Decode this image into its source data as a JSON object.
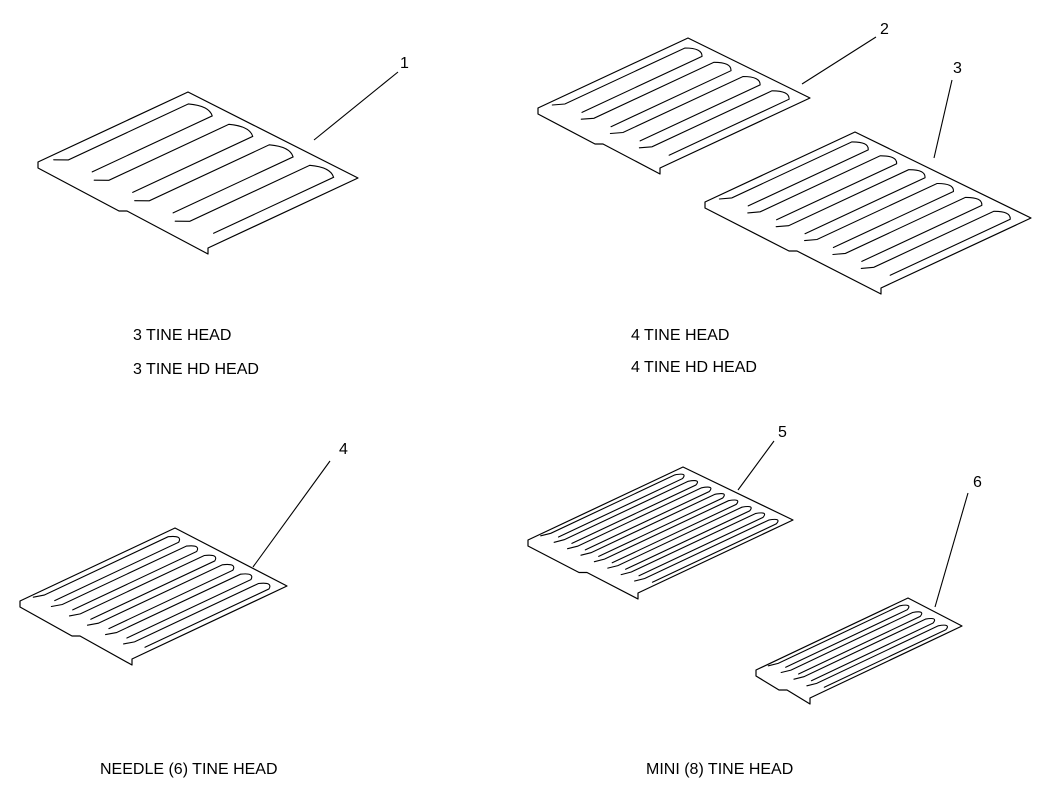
{
  "captions": {
    "three_tine_head": "3 TINE HEAD",
    "three_tine_hd_head": "3 TINE HD HEAD",
    "four_tine_head": "4 TINE HEAD",
    "four_tine_hd_head": "4 TINE HD HEAD",
    "needle_tine_head": "NEEDLE (6) TINE HEAD",
    "mini_tine_head": "MINI (8) TINE HEAD"
  },
  "callouts": [
    "1",
    "2",
    "3",
    "4",
    "5",
    "6"
  ]
}
